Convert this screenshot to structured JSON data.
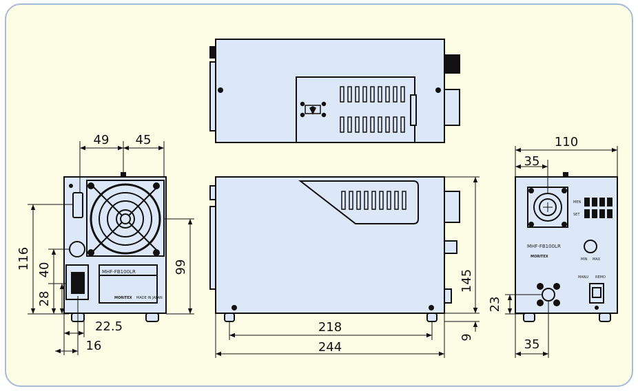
{
  "colors": {
    "frame_fill": "#fdfde6",
    "frame_border": "#a8bcd8",
    "device_fill": "#dce8f7",
    "line": "#111111"
  },
  "dimensions": {
    "front": {
      "w1": "49",
      "w2": "45",
      "h_total": "116",
      "h_switch": "40",
      "h_inlet": "28",
      "h_fan": "99",
      "off_inlet": "22.5",
      "off_foot": "16"
    },
    "side": {
      "length_inner": "218",
      "length_total": "244",
      "height": "145",
      "foot": "9"
    },
    "rear": {
      "width": "110",
      "knob_offset": "35",
      "bottom_height": "23",
      "bottom_offset": "35"
    }
  },
  "labels": {
    "model_front": "MHF-FB100LR",
    "model_rear": "MHF-FB100LR",
    "brand_front": "MORITEX",
    "brand_rear": "MORITEX",
    "made_in": "MADE IN JAPAN",
    "men": "MEN",
    "set": "SET",
    "min": "MIN",
    "max": "MAX",
    "manu": "MANU",
    "remo": "REMO"
  }
}
